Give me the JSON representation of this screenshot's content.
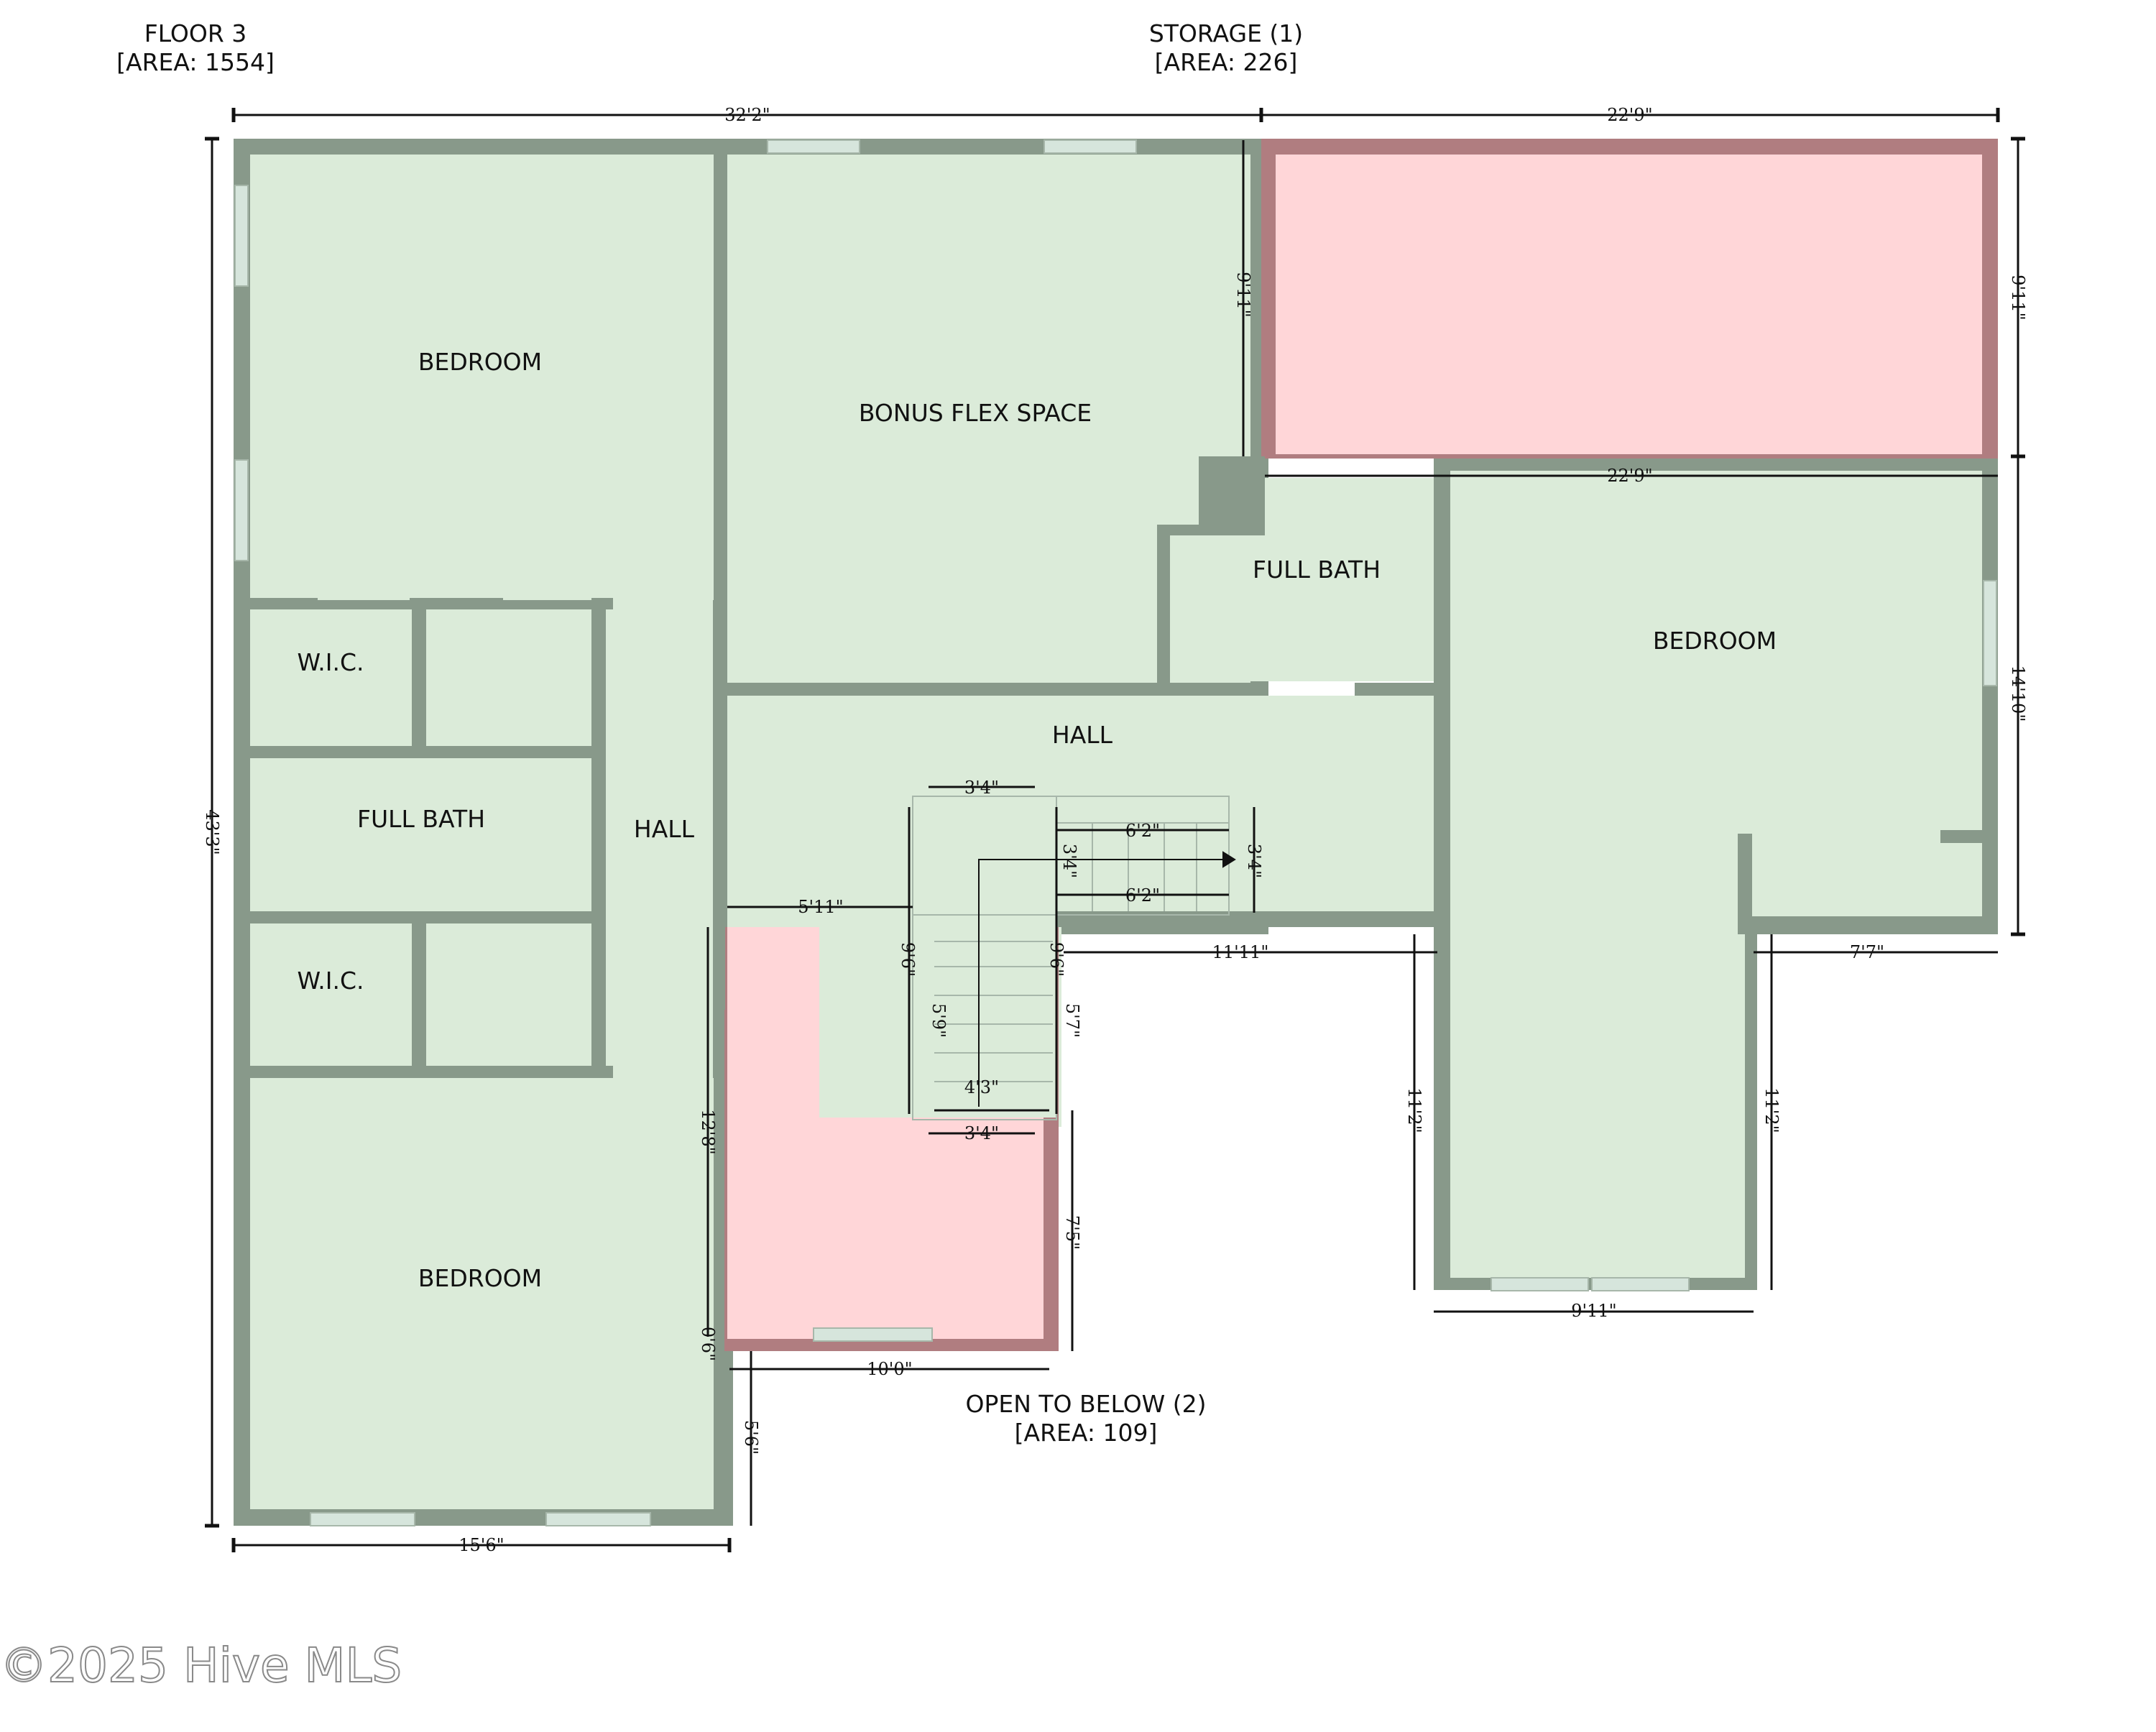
{
  "headers": {
    "floor": {
      "title": "FLOOR 3",
      "area": "[AREA: 1554]"
    },
    "storage": {
      "title": "STORAGE (1)",
      "area": "[AREA: 226]"
    },
    "open_below": {
      "title": "OPEN TO BELOW (2)",
      "area": "[AREA: 109]"
    }
  },
  "rooms": {
    "bedroom_nw": "BEDROOM",
    "bonus_flex": "BONUS FLEX SPACE",
    "full_bath_ne": "FULL BATH",
    "bedroom_e": "BEDROOM",
    "hall_center": "HALL",
    "wic_1": "W.I.C.",
    "full_bath_w": "FULL BATH",
    "hall_w": "HALL",
    "wic_2": "W.I.C.",
    "bedroom_sw": "BEDROOM"
  },
  "dimensions": {
    "top_left": "32'2\"",
    "top_right": "22'9\"",
    "storage_height": "9'11\"",
    "right_top": "9'11\"",
    "bedroom_e_width": "22'9\"",
    "right_lower": "14'10\"",
    "left_total": "43'3\"",
    "stair_top": "3'4\"",
    "stair_run_1": "6'2\"",
    "stair_run_2": "6'2\"",
    "stair_small": "3'4\"",
    "stair_side": "3'4\"",
    "hall_width": "5'11\"",
    "stair_vert_1": "9'6\"",
    "stair_vert_2": "9'6\"",
    "stair_vert_3": "5'9\"",
    "stair_vert_4": "5'7\"",
    "stair_bottom_1": "4'3\"",
    "stair_bottom_2": "3'4\"",
    "hall_low_width": "11'11\"",
    "ext_right": "7'7\"",
    "open_below_h": "12'8\"",
    "ext_h_left": "11'2\"",
    "ext_h_right": "11'2\"",
    "open_below_depth": "7'5\"",
    "ext_width": "9'11\"",
    "small_offset": "0'6\"",
    "open_below_width": "10'0\"",
    "bump": "5'6\"",
    "bottom_left": "15'6\""
  },
  "colors": {
    "room_fill": "#dbebd9",
    "wall": "#88998a",
    "storage_fill": "#ffd6d8",
    "storage_wall": "#b07d80",
    "window": "#d6e5dc"
  },
  "watermark": "©2025 Hive MLS"
}
